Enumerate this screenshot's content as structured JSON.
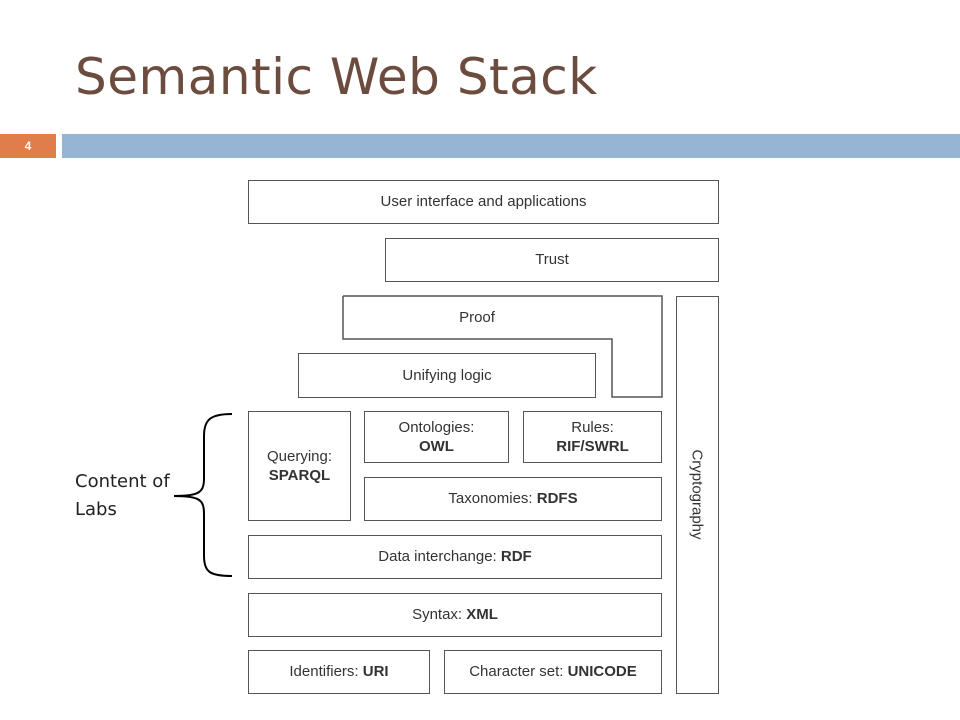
{
  "title": "Semantic Web Stack",
  "page_number": "4",
  "diagram": {
    "user_interface": "User interface and applications",
    "trust": "Trust",
    "proof": "Proof",
    "unifying_logic": "Unifying logic",
    "querying_label": "Querying:",
    "querying_value": "SPARQL",
    "ontologies_label": "Ontologies:",
    "ontologies_value": "OWL",
    "rules_label": "Rules:",
    "rules_value": "RIF/SWRL",
    "taxonomies_label": "Taxonomies: ",
    "taxonomies_value": "RDFS",
    "data_interchange_label": "Data interchange: ",
    "data_interchange_value": "RDF",
    "syntax_label": "Syntax: ",
    "syntax_value": "XML",
    "identifiers_label": "Identifiers: ",
    "identifiers_value": "URI",
    "charset_label": "Character set: ",
    "charset_value": "UNICODE",
    "cryptography": "Cryptography"
  },
  "annotation": {
    "line1": "Content of",
    "line2": "Labs"
  },
  "colors": {
    "title": "#6b4c3e",
    "accent_orange": "#e07d4a",
    "bar_blue": "#96b4d4"
  }
}
